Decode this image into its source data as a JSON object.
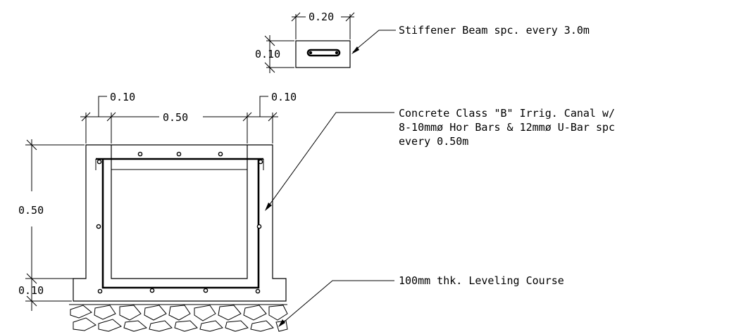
{
  "dimensions": {
    "beam_width": "0.20",
    "beam_height": "0.10",
    "wall_left": "0.10",
    "inner_width": "0.50",
    "wall_right": "0.10",
    "wall_height": "0.50",
    "base_thickness": "0.10"
  },
  "notes": {
    "stiffener": "Stiffener Beam spc. every  3.0m",
    "concrete_line1": "Concrete Class \"B\" Irrig. Canal w/",
    "concrete_line2": "8-10mmø Hor Bars & 12mmø U-Bar spc",
    "concrete_line3": "every 0.50m",
    "leveling": "100mm thk. Leveling Course"
  }
}
